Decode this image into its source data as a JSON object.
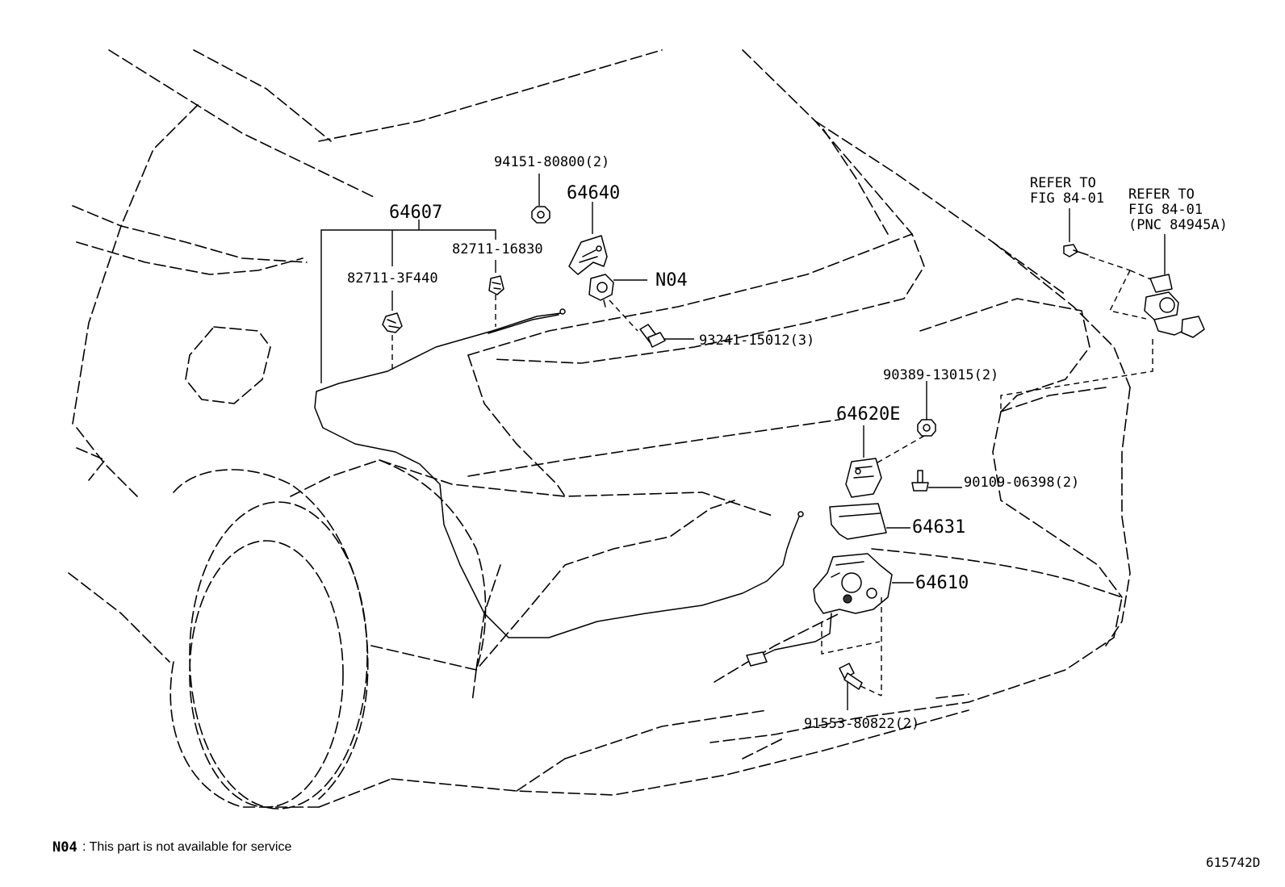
{
  "labels": {
    "p64607": "64607",
    "p82711_3f440": "82711-3F440",
    "p82711_16830": "82711-16830",
    "p94151": "94151-80800(2)",
    "p64640": "64640",
    "n04": "N04",
    "p93241": "93241-15012(3)",
    "refer1_line1": "REFER TO",
    "refer1_line2": "FIG 84-01",
    "refer2_line1": "REFER TO",
    "refer2_line2": "FIG 84-01",
    "refer2_line3": "(PNC 84945A)",
    "p90389": "90389-13015(2)",
    "p64620e": "64620E",
    "p90109": "90109-06398(2)",
    "p64631": "64631",
    "p64610": "64610",
    "p91553": "91553-80822(2)"
  },
  "note": {
    "key": "N04",
    "text": ": This part is not available for service"
  },
  "diagram_code": "615742D"
}
